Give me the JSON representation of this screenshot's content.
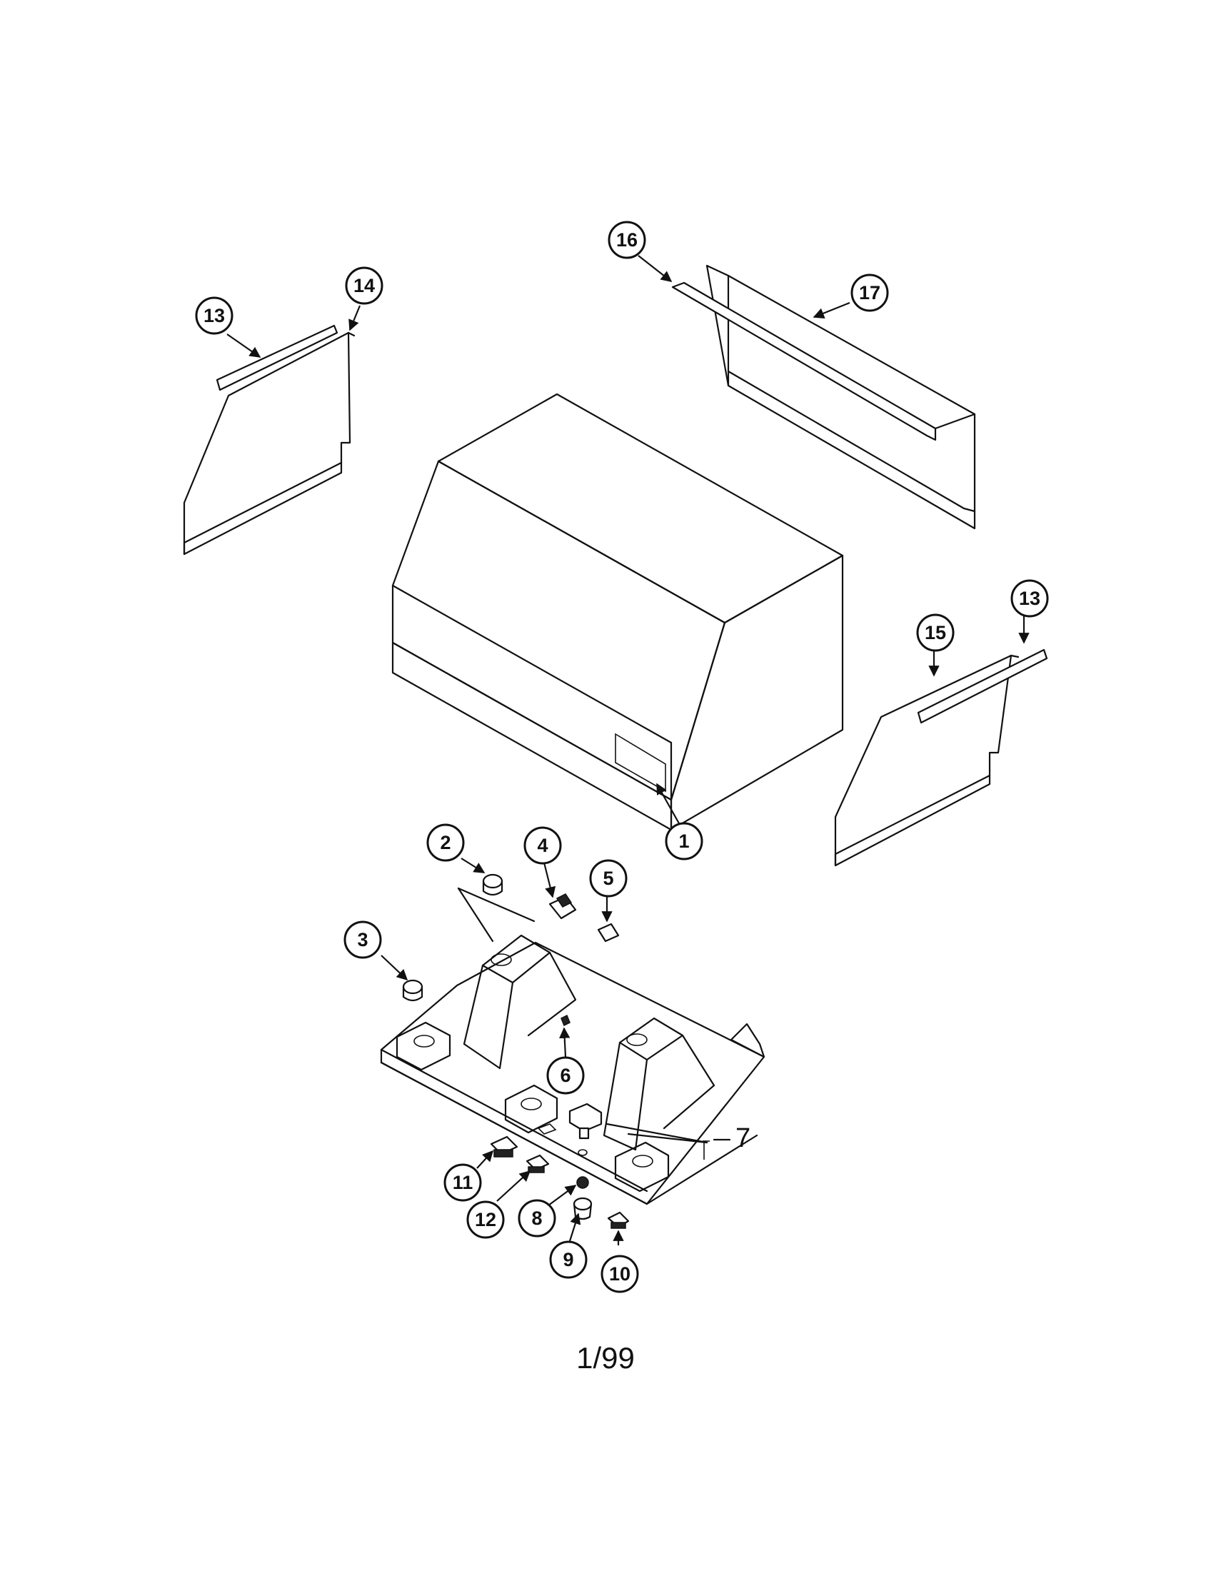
{
  "diagram": {
    "callouts": [
      {
        "id": "c1",
        "label": "1"
      },
      {
        "id": "c2",
        "label": "2"
      },
      {
        "id": "c3",
        "label": "3"
      },
      {
        "id": "c4",
        "label": "4"
      },
      {
        "id": "c5",
        "label": "5"
      },
      {
        "id": "c6",
        "label": "6"
      },
      {
        "id": "c8",
        "label": "8"
      },
      {
        "id": "c9",
        "label": "9"
      },
      {
        "id": "c10",
        "label": "10"
      },
      {
        "id": "c11",
        "label": "11"
      },
      {
        "id": "c12",
        "label": "12"
      },
      {
        "id": "c13a",
        "label": "13"
      },
      {
        "id": "c13b",
        "label": "13"
      },
      {
        "id": "c14",
        "label": "14"
      },
      {
        "id": "c15",
        "label": "15"
      },
      {
        "id": "c16",
        "label": "16"
      },
      {
        "id": "c17",
        "label": "17"
      }
    ],
    "label_7": "7"
  },
  "footer": {
    "date_code": "1/99"
  },
  "colors": {
    "ink": "#111111",
    "paper": "#ffffff"
  }
}
